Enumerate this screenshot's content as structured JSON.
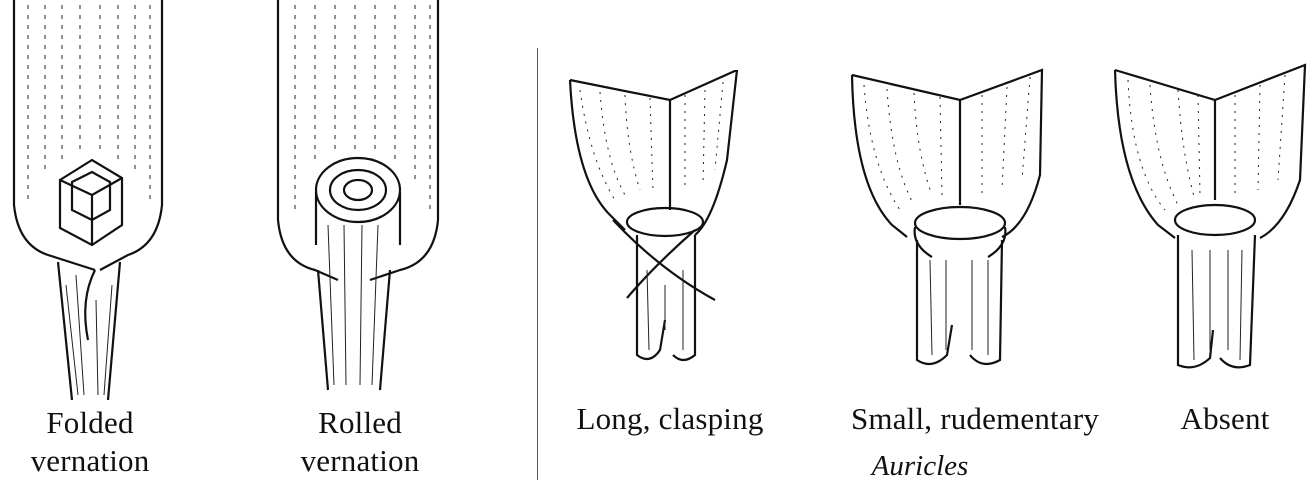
{
  "figures": [
    {
      "id": "folded",
      "caption_lines": [
        "Folded",
        "vernation"
      ]
    },
    {
      "id": "rolled",
      "caption_lines": [
        "Rolled",
        "vernation"
      ]
    },
    {
      "id": "long-clasping",
      "caption_lines": [
        "Long, clasping"
      ]
    },
    {
      "id": "small-rudementary",
      "caption_lines": [
        "Small, rudementary"
      ]
    },
    {
      "id": "absent",
      "caption_lines": [
        "Absent"
      ]
    }
  ],
  "group_label": "Auricles",
  "colors": {
    "ink": "#111111",
    "background": "#ffffff"
  }
}
